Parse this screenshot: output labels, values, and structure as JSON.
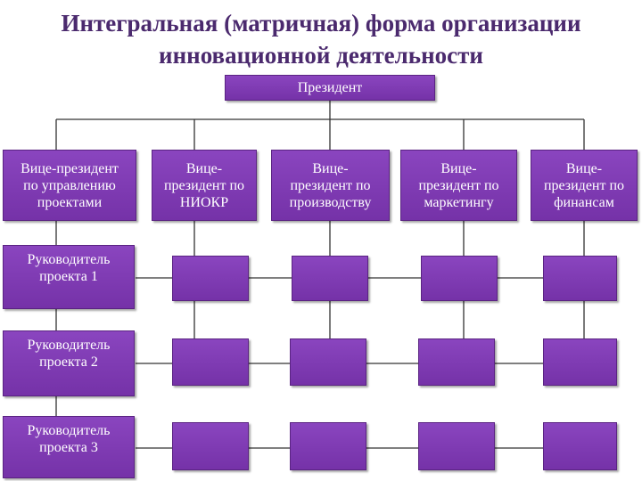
{
  "title": {
    "line1": "Интегральная (матричная) форма организации",
    "line2": "инновационной деятельности"
  },
  "president": "Президент",
  "vice_presidents": [
    "Вице-президент\nпо управлению\nпроектами",
    "Вице-\nпрезидент по\nНИОКР",
    "Вице-\nпрезидент по\nпроизводству",
    "Вице-\nпрезидент по\nмаркетингу",
    "Вице-\nпрезидент по\nфинансам"
  ],
  "project_managers": [
    "Руководитель\nпроекта 1",
    "Руководитель\nпроекта 2",
    "Руководитель\nпроекта 3"
  ],
  "colors": {
    "box_fill": "#7b38b0",
    "title": "#4b2a6e",
    "connector": "#333333"
  }
}
